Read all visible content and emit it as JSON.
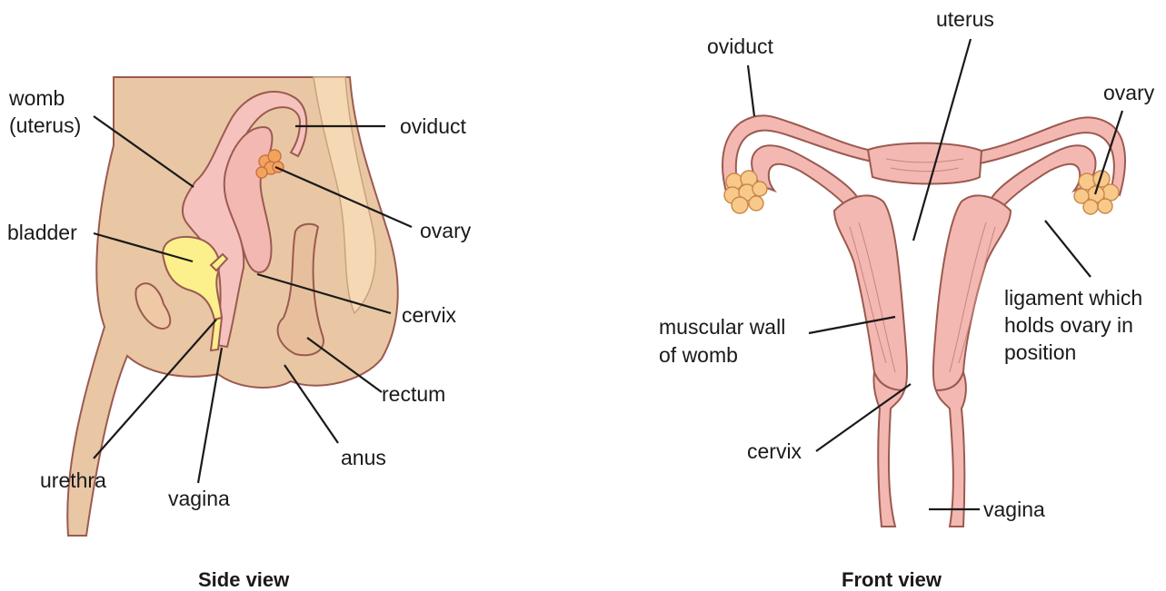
{
  "side_view": {
    "caption": "Side view",
    "labels": {
      "womb_line1": "womb",
      "womb_line2": "(uterus)",
      "oviduct": "oviduct",
      "ovary": "ovary",
      "bladder": "bladder",
      "cervix": "cervix",
      "rectum": "rectum",
      "anus": "anus",
      "urethra": "urethra",
      "vagina": "vagina"
    }
  },
  "front_view": {
    "caption": "Front view",
    "labels": {
      "uterus": "uterus",
      "oviduct": "oviduct",
      "ovary": "ovary",
      "ligament_line1": "ligament which",
      "ligament_line2": "holds ovary in",
      "ligament_line3": "position",
      "muscular_line1": "muscular wall",
      "muscular_line2": "of womb",
      "cervix": "cervix",
      "vagina": "vagina"
    }
  },
  "colors": {
    "skin": "#e9c7a4",
    "organ": "#f4b8b2",
    "bladder": "#fbf08c",
    "ovary": "#f9c98a",
    "outline": "#9b5a50"
  }
}
